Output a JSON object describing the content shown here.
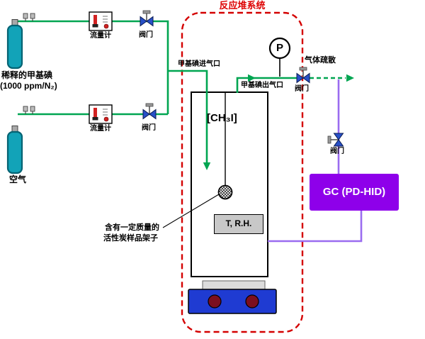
{
  "title": "反应堆系统",
  "supply": {
    "cylinder1_label_line1": "稀释的甲基碘",
    "cylinder1_label_line2": "(1000 ppm/N₂)",
    "cylinder2_label": "空气",
    "flowmeter_labels": [
      "流量计",
      "流量计"
    ],
    "valve_labels": [
      "阀门",
      "阀门"
    ]
  },
  "reactor": {
    "inlet_port_label": "甲基碘进气口",
    "outlet_port_label": "甲基碘出气口",
    "gas_label": "[CH₃I]",
    "sensor_box_label": "T, R.H.",
    "pressure_gauge_label": "P",
    "sample_callout_line1": "含有一定质量的",
    "sample_callout_line2": "活性炭样品架子"
  },
  "exhaust": {
    "vent_label": "气体疏散",
    "vent_valve_label": "阀门"
  },
  "gc": {
    "label": "GC (PD-HID)",
    "valve_label": "阀门"
  },
  "colors": {
    "line_green": "#00a551",
    "line_purple": "#9a6cf0",
    "boundary_red": "#d40000",
    "gc_fill_purple": "#8e00ea",
    "heater_blue": "#1f3bd2",
    "knob_dark_red": "#7c0f1f",
    "cylinder_teal": "#12a3b8",
    "valve_blue": "#2850c8"
  }
}
